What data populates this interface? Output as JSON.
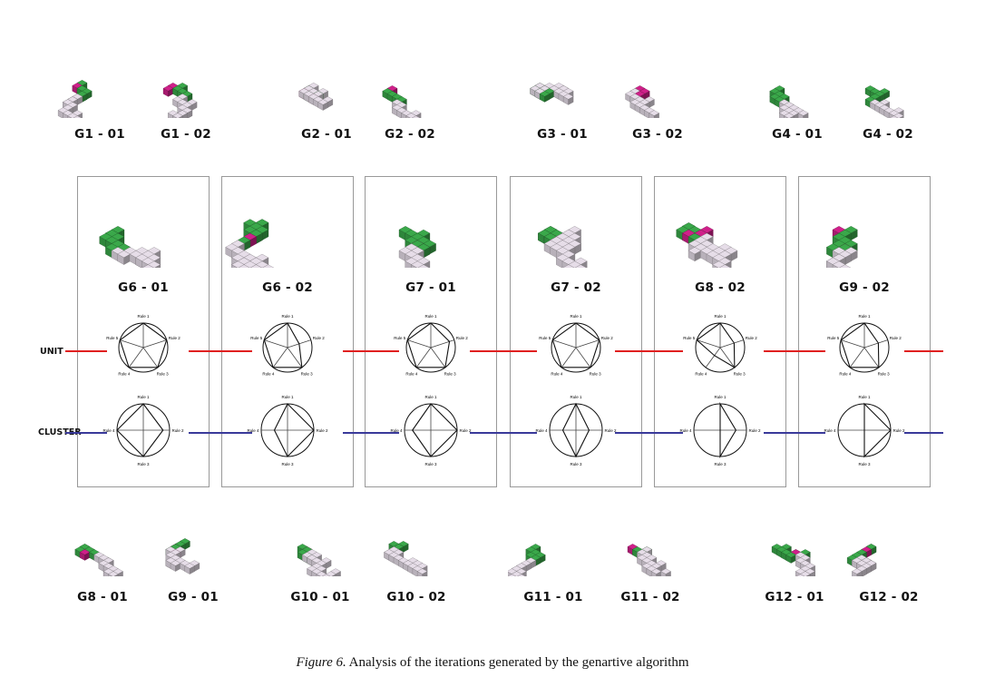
{
  "top_row": [
    "G1 - 01",
    "G1 - 02",
    "G2 - 01",
    "G2 - 02",
    "G3 - 01",
    "G3 - 02",
    "G4 - 01",
    "G4 - 02"
  ],
  "bottom_row": [
    "G8 - 01",
    "G9 - 01",
    "G10 - 01",
    "G10 - 02",
    "G11 - 01",
    "G11 - 02",
    "G12 - 01",
    "G12 - 02"
  ],
  "panels": [
    {
      "label": "G6 - 01",
      "unit": [
        1,
        1,
        1,
        1,
        1
      ],
      "cluster": [
        1,
        0.75,
        1,
        1
      ]
    },
    {
      "label": "G6 - 02",
      "unit": [
        1,
        0.5,
        1,
        1,
        1
      ],
      "cluster": [
        1,
        1,
        1,
        0.5
      ]
    },
    {
      "label": "G7 - 01",
      "unit": [
        1,
        0.8,
        1,
        1,
        1
      ],
      "cluster": [
        1,
        1,
        1,
        0.7
      ]
    },
    {
      "label": "G7 - 02",
      "unit": [
        1,
        1,
        1,
        1,
        1
      ],
      "cluster": [
        1,
        0.5,
        1,
        0.5
      ]
    },
    {
      "label": "G8 - 02",
      "unit": [
        1,
        0.6,
        1,
        0.4,
        1
      ],
      "cluster": [
        1,
        0.6,
        1,
        0
      ]
    },
    {
      "label": "G9 - 02",
      "unit": [
        1,
        0.6,
        1,
        1,
        1
      ],
      "cluster": [
        1,
        1,
        1,
        0
      ]
    }
  ],
  "row_labels": {
    "unit": "UNIT",
    "cluster": "CLUSTER"
  },
  "unit_axes": [
    "Rule 1",
    "Rule 2",
    "Rule 3",
    "Rule 4",
    "Rule 5"
  ],
  "cluster_axes": [
    "Rule 1",
    "Rule 2",
    "Rule 3",
    "Rule 4"
  ],
  "colors": {
    "unit_line": "#e02020",
    "cluster_line": "#3a3a9a",
    "block": "#e6dde8",
    "green": "#3aa84a",
    "magenta": "#d0208a"
  },
  "caption": {
    "prefix": "Figure 6.",
    "text": " Analysis of the iterations generated by the genartive algorithm"
  }
}
